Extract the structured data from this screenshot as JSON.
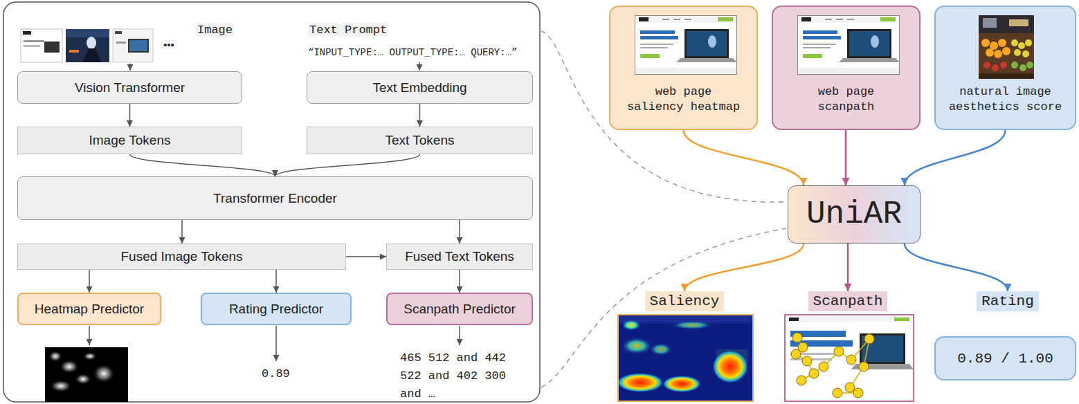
{
  "diagram": {
    "nodes": [
      {
        "text": [
          "Vision Transformer"
        ]
      },
      {
        "text": [
          "Text Embedding"
        ]
      },
      {
        "text": [
          "Image Tokens"
        ]
      },
      {
        "text": [
          "Text Tokens"
        ]
      },
      {
        "text": [
          "Transformer Encoder"
        ]
      },
      {
        "text": [
          "Fused Image Tokens"
        ]
      },
      {
        "text": [
          "Fused Text Tokens"
        ]
      },
      {
        "text": [
          "Heatmap Predictor"
        ]
      },
      {
        "text": [
          "Rating Predictor"
        ]
      },
      {
        "text": [
          "Scanpath Predictor"
        ]
      },
      {
        "text": [
          "web page saliency heatmap"
        ]
      },
      {
        "text": [
          "web page scanpath"
        ]
      },
      {
        "text": [
          "natural image aesthetics score"
        ]
      },
      {
        "text": [
          "UniAR"
        ]
      },
      {
        "text": [
          "Saliency"
        ]
      },
      {
        "text": [
          "Scanpath"
        ]
      },
      {
        "text": [
          "Rating"
        ]
      },
      {
        "text": [
          "0.89 / 1.00"
        ]
      }
    ],
    "edges": [
      {
        "from": 0,
        "to": 2,
        "arrow": "to"
      },
      {
        "from": 1,
        "to": 3,
        "arrow": "to"
      },
      {
        "from": 2,
        "to": 4,
        "arrow": "to"
      },
      {
        "from": 3,
        "to": 4,
        "arrow": "to"
      },
      {
        "from": 4,
        "to": 5,
        "arrow": "to"
      },
      {
        "from": 4,
        "to": 6,
        "arrow": "to"
      },
      {
        "from": 5,
        "to": 6,
        "arrow": "to"
      },
      {
        "from": 5,
        "to": 7,
        "arrow": "to"
      },
      {
        "from": 5,
        "to": 8,
        "arrow": "to"
      },
      {
        "from": 6,
        "to": 9,
        "arrow": "to"
      },
      {
        "from": 10,
        "to": 13,
        "arrow": "to"
      },
      {
        "from": 11,
        "to": 13,
        "arrow": "to"
      },
      {
        "from": 12,
        "to": 13,
        "arrow": "to"
      },
      {
        "from": 13,
        "to": 14,
        "arrow": "to"
      },
      {
        "from": 13,
        "to": 15,
        "arrow": "to"
      },
      {
        "from": 13,
        "to": 16,
        "arrow": "to"
      }
    ],
    "labels": [
      "Image",
      "Text Prompt",
      "•••",
      "“INPUT_TYPE:… OUTPUT_TYPE:… QUERY:…”",
      "0.89",
      "465 512 and 442 522 and 402 300 and …"
    ]
  }
}
